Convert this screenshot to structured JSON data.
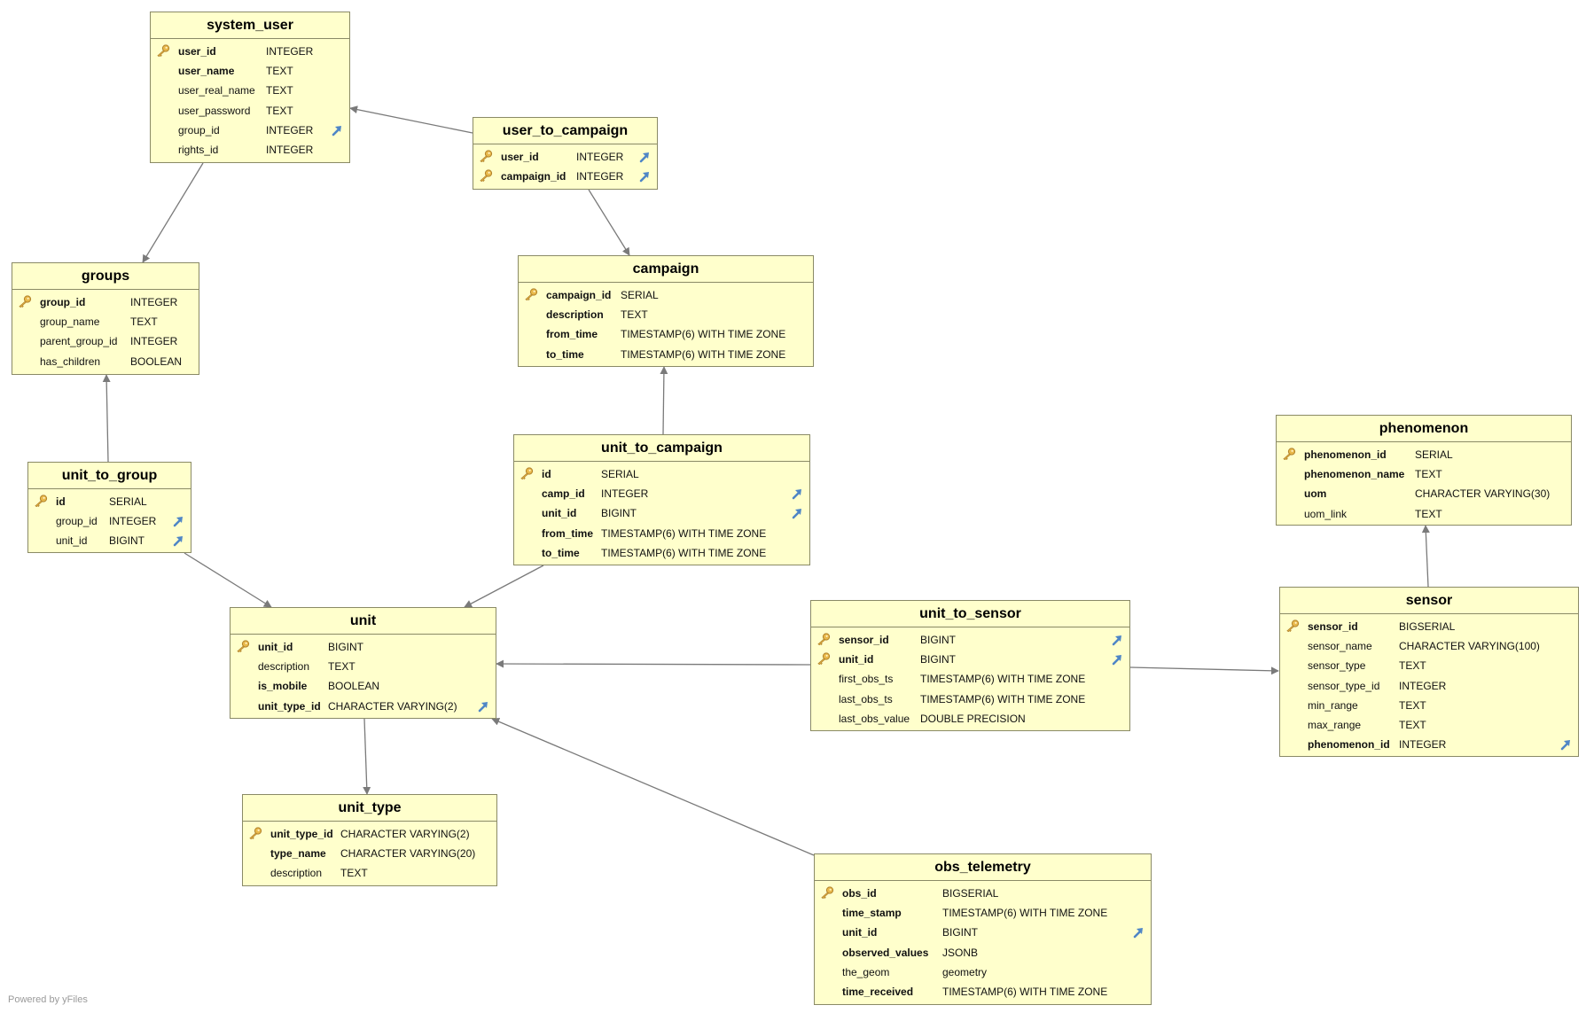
{
  "footer": "Powered by yFiles",
  "tables": {
    "system_user": {
      "title": "system_user",
      "columns": [
        {
          "name": "user_id",
          "type": "INTEGER",
          "pk": true,
          "bold": true
        },
        {
          "name": "user_name",
          "type": "TEXT",
          "bold": true
        },
        {
          "name": "user_real_name",
          "type": "TEXT"
        },
        {
          "name": "user_password",
          "type": "TEXT"
        },
        {
          "name": "group_id",
          "type": "INTEGER",
          "fk": true
        },
        {
          "name": "rights_id",
          "type": "INTEGER"
        }
      ]
    },
    "user_to_campaign": {
      "title": "user_to_campaign",
      "columns": [
        {
          "name": "user_id",
          "type": "INTEGER",
          "pk": true,
          "bold": true,
          "fk": true
        },
        {
          "name": "campaign_id",
          "type": "INTEGER",
          "pk": true,
          "bold": true,
          "fk": true
        }
      ]
    },
    "groups": {
      "title": "groups",
      "columns": [
        {
          "name": "group_id",
          "type": "INTEGER",
          "pk": true,
          "bold": true
        },
        {
          "name": "group_name",
          "type": "TEXT"
        },
        {
          "name": "parent_group_id",
          "type": "INTEGER"
        },
        {
          "name": "has_children",
          "type": "BOOLEAN"
        }
      ]
    },
    "campaign": {
      "title": "campaign",
      "columns": [
        {
          "name": "campaign_id",
          "type": "SERIAL",
          "pk": true,
          "bold": true
        },
        {
          "name": "description",
          "type": "TEXT",
          "bold": true
        },
        {
          "name": "from_time",
          "type": "TIMESTAMP(6) WITH TIME ZONE",
          "bold": true
        },
        {
          "name": "to_time",
          "type": "TIMESTAMP(6) WITH TIME ZONE",
          "bold": true
        }
      ]
    },
    "unit_to_campaign": {
      "title": "unit_to_campaign",
      "columns": [
        {
          "name": "id",
          "type": "SERIAL",
          "pk": true,
          "bold": true
        },
        {
          "name": "camp_id",
          "type": "INTEGER",
          "bold": true,
          "fk": true
        },
        {
          "name": "unit_id",
          "type": "BIGINT",
          "bold": true,
          "fk": true
        },
        {
          "name": "from_time",
          "type": "TIMESTAMP(6) WITH TIME ZONE",
          "bold": true
        },
        {
          "name": "to_time",
          "type": "TIMESTAMP(6) WITH TIME ZONE",
          "bold": true
        }
      ]
    },
    "phenomenon": {
      "title": "phenomenon",
      "columns": [
        {
          "name": "phenomenon_id",
          "type": "SERIAL",
          "pk": true,
          "bold": true
        },
        {
          "name": "phenomenon_name",
          "type": "TEXT",
          "bold": true
        },
        {
          "name": "uom",
          "type": "CHARACTER VARYING(30)",
          "bold": true
        },
        {
          "name": "uom_link",
          "type": "TEXT"
        }
      ]
    },
    "unit_to_group": {
      "title": "unit_to_group",
      "columns": [
        {
          "name": "id",
          "type": "SERIAL",
          "pk": true,
          "bold": true
        },
        {
          "name": "group_id",
          "type": "INTEGER",
          "fk": true
        },
        {
          "name": "unit_id",
          "type": "BIGINT",
          "fk": true
        }
      ]
    },
    "unit": {
      "title": "unit",
      "columns": [
        {
          "name": "unit_id",
          "type": "BIGINT",
          "pk": true,
          "bold": true
        },
        {
          "name": "description",
          "type": "TEXT"
        },
        {
          "name": "is_mobile",
          "type": "BOOLEAN",
          "bold": true
        },
        {
          "name": "unit_type_id",
          "type": "CHARACTER VARYING(2)",
          "bold": true,
          "fk": true
        }
      ]
    },
    "unit_to_sensor": {
      "title": "unit_to_sensor",
      "columns": [
        {
          "name": "sensor_id",
          "type": "BIGINT",
          "pk": true,
          "bold": true,
          "fk": true
        },
        {
          "name": "unit_id",
          "type": "BIGINT",
          "pk": true,
          "bold": true,
          "fk": true
        },
        {
          "name": "first_obs_ts",
          "type": "TIMESTAMP(6) WITH TIME ZONE"
        },
        {
          "name": "last_obs_ts",
          "type": "TIMESTAMP(6) WITH TIME ZONE"
        },
        {
          "name": "last_obs_value",
          "type": "DOUBLE PRECISION"
        }
      ]
    },
    "sensor": {
      "title": "sensor",
      "columns": [
        {
          "name": "sensor_id",
          "type": "BIGSERIAL",
          "pk": true,
          "bold": true
        },
        {
          "name": "sensor_name",
          "type": "CHARACTER VARYING(100)"
        },
        {
          "name": "sensor_type",
          "type": "TEXT"
        },
        {
          "name": "sensor_type_id",
          "type": "INTEGER"
        },
        {
          "name": "min_range",
          "type": "TEXT"
        },
        {
          "name": "max_range",
          "type": "TEXT"
        },
        {
          "name": "phenomenon_id",
          "type": "INTEGER",
          "bold": true,
          "fk": true
        }
      ]
    },
    "unit_type": {
      "title": "unit_type",
      "columns": [
        {
          "name": "unit_type_id",
          "type": "CHARACTER VARYING(2)",
          "pk": true,
          "bold": true
        },
        {
          "name": "type_name",
          "type": "CHARACTER VARYING(20)",
          "bold": true
        },
        {
          "name": "description",
          "type": "TEXT"
        }
      ]
    },
    "obs_telemetry": {
      "title": "obs_telemetry",
      "columns": [
        {
          "name": "obs_id",
          "type": "BIGSERIAL",
          "pk": true,
          "bold": true
        },
        {
          "name": "time_stamp",
          "type": "TIMESTAMP(6) WITH TIME ZONE",
          "bold": true
        },
        {
          "name": "unit_id",
          "type": "BIGINT",
          "bold": true,
          "fk": true
        },
        {
          "name": "observed_values",
          "type": "JSONB",
          "bold": true
        },
        {
          "name": "the_geom",
          "type": "geometry"
        },
        {
          "name": "time_received",
          "type": "TIMESTAMP(6) WITH TIME ZONE",
          "bold": true
        }
      ]
    }
  },
  "relationships": [
    {
      "from": "user_to_campaign",
      "to": "system_user"
    },
    {
      "from": "system_user",
      "to": "groups"
    },
    {
      "from": "user_to_campaign",
      "to": "campaign"
    },
    {
      "from": "unit_to_campaign",
      "to": "campaign"
    },
    {
      "from": "unit_to_group",
      "to": "groups"
    },
    {
      "from": "unit_to_group",
      "to": "unit"
    },
    {
      "from": "unit_to_campaign",
      "to": "unit"
    },
    {
      "from": "unit_to_sensor",
      "to": "unit"
    },
    {
      "from": "unit_to_sensor",
      "to": "sensor"
    },
    {
      "from": "sensor",
      "to": "phenomenon"
    },
    {
      "from": "unit",
      "to": "unit_type"
    },
    {
      "from": "obs_telemetry",
      "to": "unit"
    }
  ]
}
